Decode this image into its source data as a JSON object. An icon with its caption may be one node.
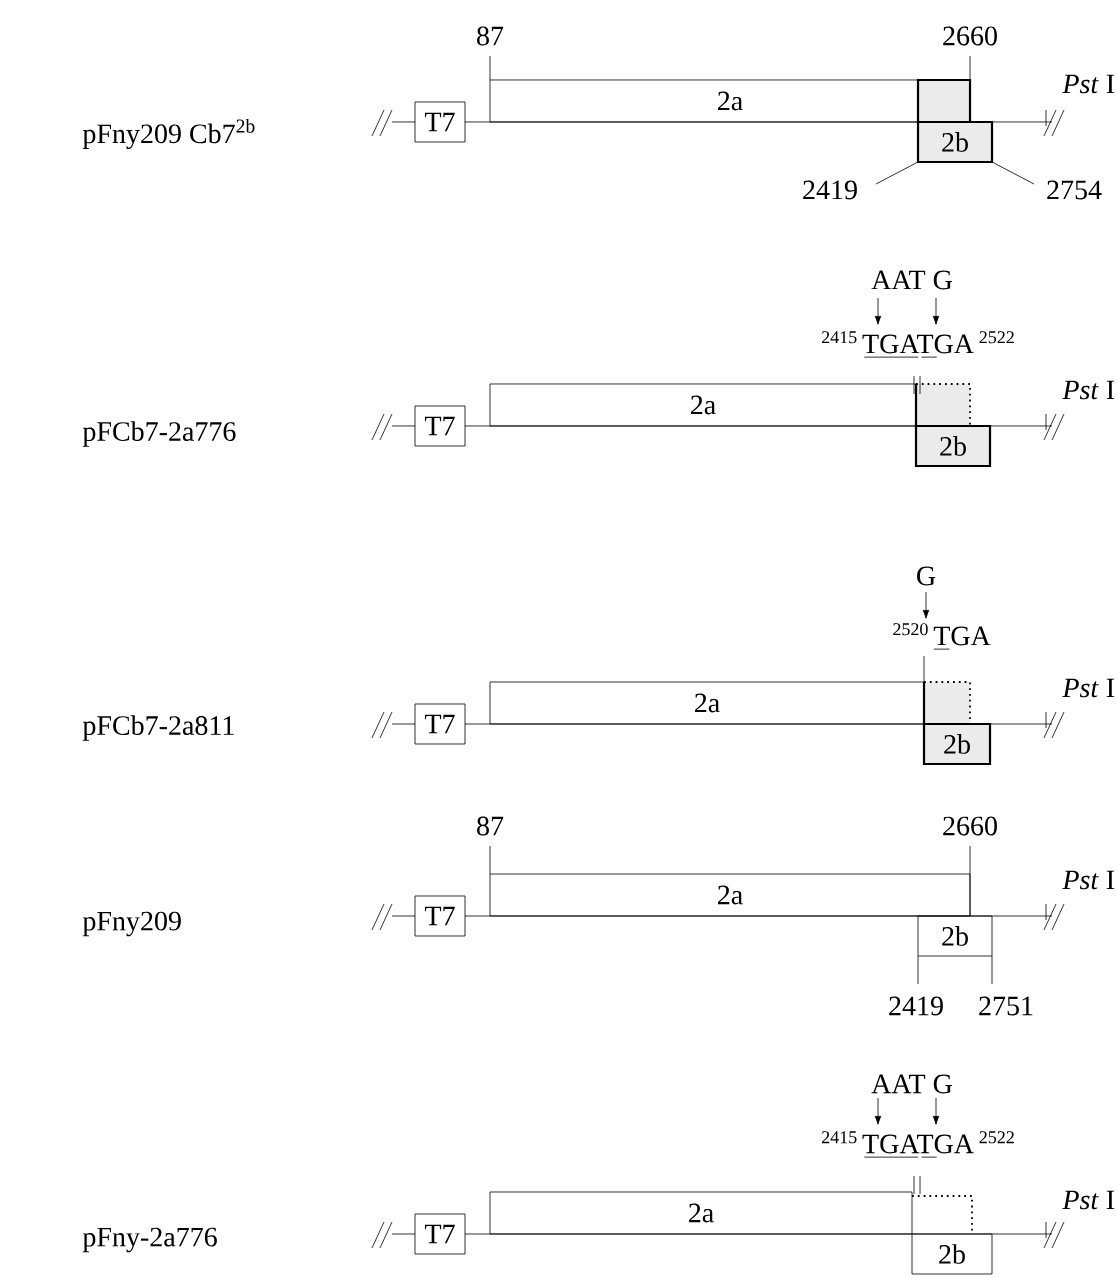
{
  "diagram": {
    "nodes": [
      {
        "text": [
          "T7"
        ]
      },
      {
        "text": [
          "2a"
        ],
        "beside": [
          "87",
          "2660"
        ]
      },
      {
        "text": [
          "2b"
        ],
        "beside": [
          "2419",
          "2754"
        ]
      },
      {
        "text": [
          "T7"
        ]
      },
      {
        "text": [
          "2a"
        ]
      },
      {
        "text": [
          "2b"
        ]
      },
      {
        "text": [
          "T7"
        ]
      },
      {
        "text": [
          "2a"
        ]
      },
      {
        "text": [
          "2b"
        ]
      },
      {
        "text": [
          "T7"
        ]
      },
      {
        "text": [
          "2a"
        ],
        "beside": [
          "87",
          "2660"
        ]
      },
      {
        "text": [
          "2b"
        ],
        "beside": [
          "2419",
          "2751"
        ]
      },
      {
        "text": [
          "T7"
        ]
      },
      {
        "text": [
          "2a"
        ]
      },
      {
        "text": [
          "2b"
        ]
      }
    ],
    "labels": [
      "pFny209 Cb7$^{2b}$",
      "*Pst* I",
      "AAT G",
      "2415",
      "TGATGA",
      "2522",
      "pFCb7-2a776",
      "*Pst* I",
      "G",
      "2520",
      "TGA",
      "*Pst* I",
      "pFCb7-2a811",
      "*Pst* I",
      "pFny209",
      "AAT G",
      "2415",
      "TGATGA",
      "2522",
      "*Pst* I",
      "pFny-2a776"
    ]
  }
}
